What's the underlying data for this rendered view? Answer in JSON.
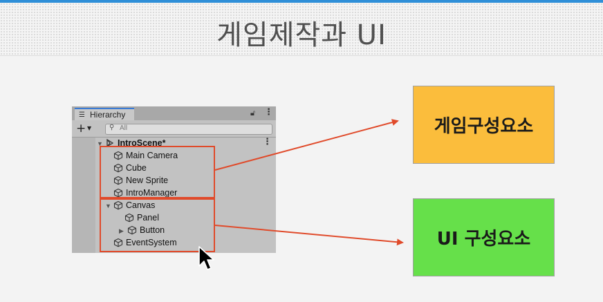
{
  "slide": {
    "title": "게임제작과 UI"
  },
  "hierarchy": {
    "tab_label": "Hierarchy",
    "search_placeholder": "All",
    "add_symbol": "+",
    "scene": "IntroScene*",
    "objects": [
      {
        "label": "Main Camera",
        "expander": ""
      },
      {
        "label": "Cube",
        "expander": ""
      },
      {
        "label": "New Sprite",
        "expander": ""
      },
      {
        "label": "IntroManager",
        "expander": ""
      },
      {
        "label": "Canvas",
        "expander": "▼"
      },
      {
        "label": "Panel",
        "expander": ""
      },
      {
        "label": "Button",
        "expander": "▶"
      },
      {
        "label": "EventSystem",
        "expander": ""
      }
    ]
  },
  "boxes": {
    "game_components": "게임구성요소",
    "ui_components": "UI 구성요소"
  },
  "colors": {
    "highlight": "#e04a2a",
    "game_box": "#fbbd3c",
    "ui_box": "#66e04a",
    "accent": "#2f8fd8"
  }
}
